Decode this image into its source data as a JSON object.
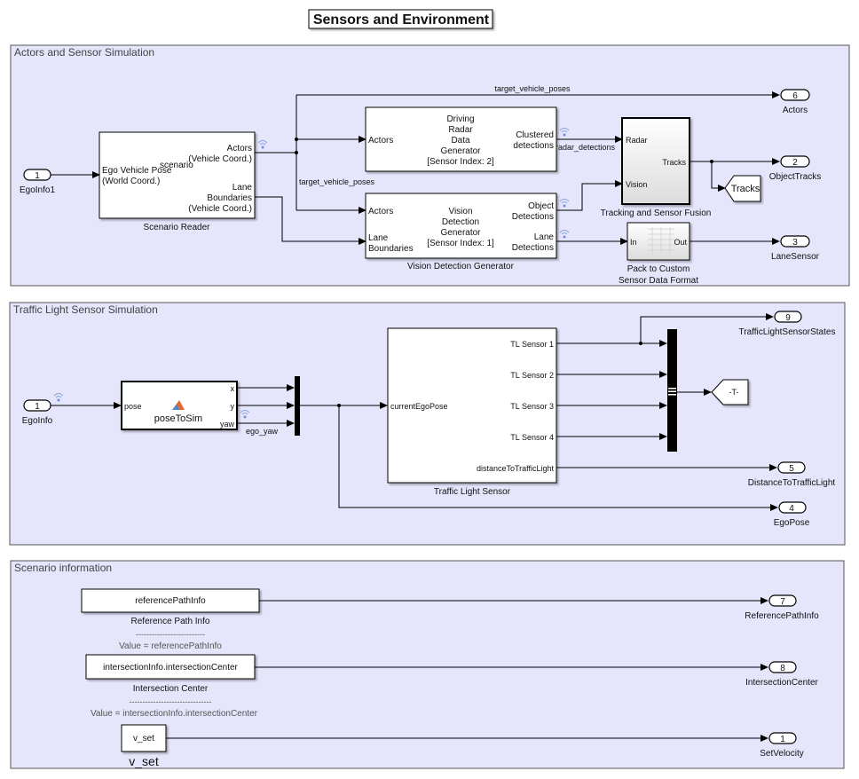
{
  "title": "Sensors and Environment",
  "colors": {
    "area_fill": "#e5e5fb",
    "signal_icon": "#6a8fd8",
    "line": "#000000"
  },
  "areas": {
    "actors": {
      "title": "Actors and Sensor Simulation",
      "inport": {
        "number": "1",
        "name": "EgoInfo1"
      },
      "scenario_reader": {
        "name": "Scenario Reader",
        "center_text": "scenario",
        "in": [
          "Ego Vehicle Pose",
          "(World Coord.)"
        ],
        "out_actors": [
          "Actors",
          "(Vehicle Coord.)"
        ],
        "out_lanes": [
          "Lane",
          "Boundaries",
          "(Vehicle Coord.)"
        ]
      },
      "signal_target_top": "target_vehicle_poses",
      "signal_target_mid": "target_vehicle_poses",
      "signal_radar": "radar_detections",
      "radar": {
        "lines": [
          "Driving",
          "Radar",
          "Data",
          "Generator",
          "[Sensor Index: 2]"
        ],
        "in": "Actors",
        "out": [
          "Clustered",
          "detections"
        ]
      },
      "vision": {
        "name": "Vision Detection Generator",
        "lines": [
          "Vision",
          "Detection",
          "Generator",
          "[Sensor Index: 1]"
        ],
        "in_actors": "Actors",
        "in_lanes": [
          "Lane",
          "Boundaries"
        ],
        "out_objects": [
          "Object",
          "Detections"
        ],
        "out_lanes": [
          "Lane",
          "Detections"
        ]
      },
      "tracker": {
        "name": "Tracking and Sensor Fusion",
        "in_radar": "Radar",
        "in_vision": "Vision",
        "out": "Tracks"
      },
      "goto_tracks": "Tracks",
      "pack": {
        "name": [
          "Pack to Custom",
          "Sensor Data Format"
        ],
        "in": "In",
        "out": "Out"
      },
      "outports": [
        {
          "number": "6",
          "name": "Actors"
        },
        {
          "number": "2",
          "name": "ObjectTracks"
        },
        {
          "number": "3",
          "name": "LaneSensor"
        }
      ]
    },
    "traffic": {
      "title": "Traffic Light Sensor Simulation",
      "inport": {
        "number": "1",
        "name": "EgoInfo"
      },
      "pose_to_sim": {
        "name": "poseToSim",
        "in": "pose",
        "outs": [
          "x",
          "y",
          "yaw"
        ]
      },
      "signal_yaw": "ego_yaw",
      "tl_sensor": {
        "name": "Traffic Light Sensor",
        "in": "currentEgoPose",
        "outs": [
          "TL Sensor 1",
          "TL Sensor 2",
          "TL Sensor 3",
          "TL Sensor 4",
          "distanceToTrafficLight"
        ]
      },
      "goto_t": "-T-",
      "outports": [
        {
          "number": "9",
          "name": "TrafficLightSensorStates"
        },
        {
          "number": "5",
          "name": "DistanceToTrafficLight"
        },
        {
          "number": "4",
          "name": "EgoPose"
        }
      ]
    },
    "scenario": {
      "title": "Scenario information",
      "constants": [
        {
          "value": "referencePathInfo",
          "name": "Reference Path Info",
          "dashes": "--------------------------",
          "value_label": "Value = referencePathInfo"
        },
        {
          "value": "intersectionInfo.intersectionCenter",
          "name": "Intersection Center",
          "dashes": "-------------------------------",
          "value_label": "Value = intersectionInfo.intersectionCenter"
        },
        {
          "value": "v_set",
          "name": "v_set"
        }
      ],
      "outports": [
        {
          "number": "7",
          "name": "ReferencePathInfo"
        },
        {
          "number": "8",
          "name": "IntersectionCenter"
        },
        {
          "number": "1",
          "name": "SetVelocity"
        }
      ]
    }
  }
}
